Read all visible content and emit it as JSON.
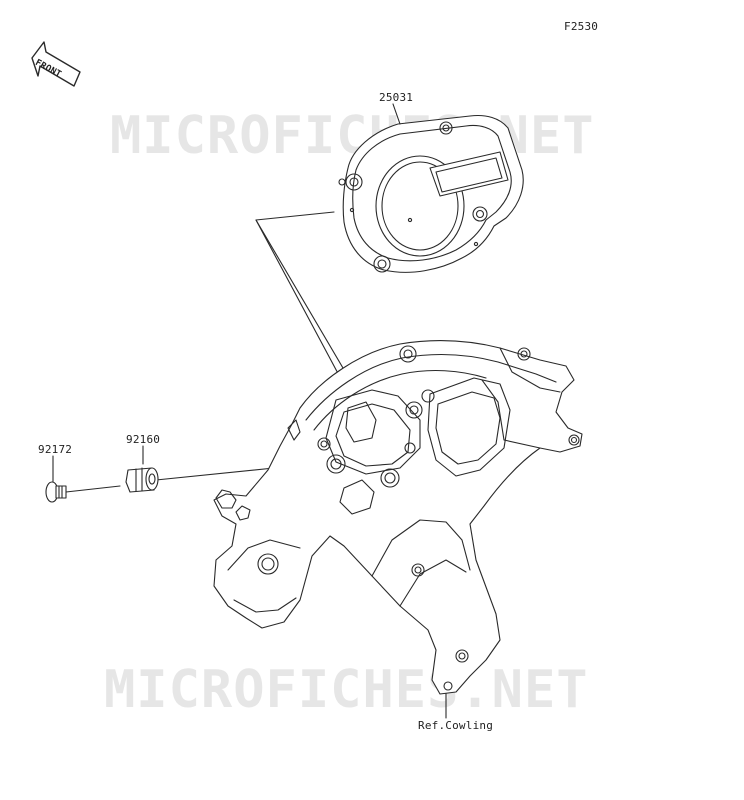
{
  "figure_code": "F2530",
  "front_marker": {
    "text": "FRONT"
  },
  "watermarks": [
    "MICROFICHES.NET",
    "MICROFICHES.NET"
  ],
  "parts": [
    {
      "part_number": "25031"
    },
    {
      "part_number": "92160"
    },
    {
      "part_number": "92172"
    }
  ],
  "reference_note": "Ref.Cowling",
  "colors": {
    "line": "#2a2a2a",
    "watermark": "#e6e6e6",
    "background": "#ffffff"
  }
}
